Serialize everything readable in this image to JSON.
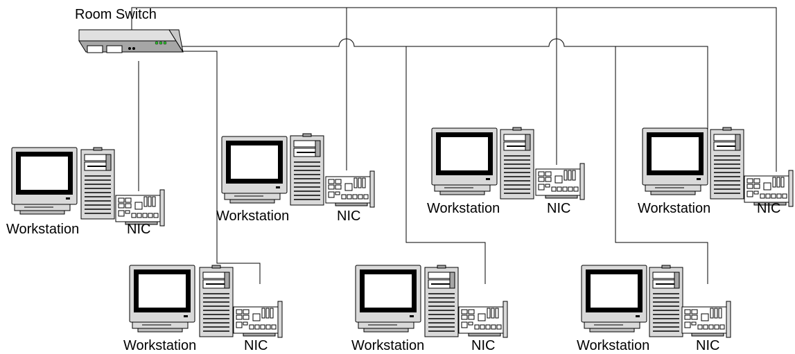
{
  "switch": {
    "label": "Room Switch",
    "icon": "network-switch-icon"
  },
  "colors": {
    "background": "#ffffff",
    "line": "#000000",
    "hardware": "#d9d9d9",
    "hardware_dark": "#a6a6a6",
    "screen": "#ffffff",
    "led": "#33cc33"
  },
  "stations": [
    {
      "computer_label": "Workstation",
      "nic_label": "NIC",
      "computer_icon": "workstation-icon",
      "nic_icon": "nic-card-icon"
    },
    {
      "computer_label": "Workstation",
      "nic_label": "NIC",
      "computer_icon": "workstation-icon",
      "nic_icon": "nic-card-icon"
    },
    {
      "computer_label": "Workstation",
      "nic_label": "NIC",
      "computer_icon": "workstation-icon",
      "nic_icon": "nic-card-icon"
    },
    {
      "computer_label": "Workstation",
      "nic_label": "NIC",
      "computer_icon": "workstation-icon",
      "nic_icon": "nic-card-icon"
    },
    {
      "computer_label": "Workstation",
      "nic_label": "NIC",
      "computer_icon": "workstation-icon",
      "nic_icon": "nic-card-icon"
    },
    {
      "computer_label": "Workstation",
      "nic_label": "NIC",
      "computer_icon": "workstation-icon",
      "nic_icon": "nic-card-icon"
    },
    {
      "computer_label": "Workstation",
      "nic_label": "NIC",
      "computer_icon": "workstation-icon",
      "nic_icon": "nic-card-icon"
    }
  ]
}
